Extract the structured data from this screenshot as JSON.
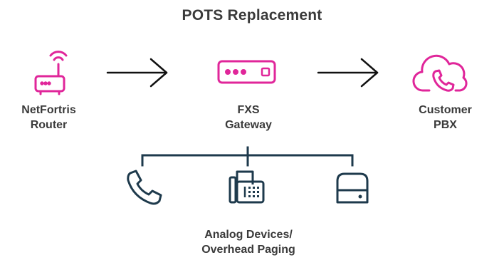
{
  "title": "POTS Replacement",
  "nodes": {
    "router": {
      "line1": "NetFortris",
      "line2": "Router"
    },
    "gateway": {
      "line1": "FXS",
      "line2": "Gateway"
    },
    "pbx": {
      "line1": "Customer",
      "line2": "PBX"
    },
    "analog": {
      "line1": "Analog Devices/",
      "line2": "Overhead Paging"
    }
  },
  "colors": {
    "accent": "#e0269a",
    "dark": "#1e3a4c",
    "text": "#3a3a3a"
  },
  "icons": {
    "router": "router-icon",
    "gateway": "gateway-icon",
    "pbx": "cloud-phone-icon",
    "phone": "phone-icon",
    "fax": "fax-icon",
    "paging": "paging-device-icon"
  }
}
